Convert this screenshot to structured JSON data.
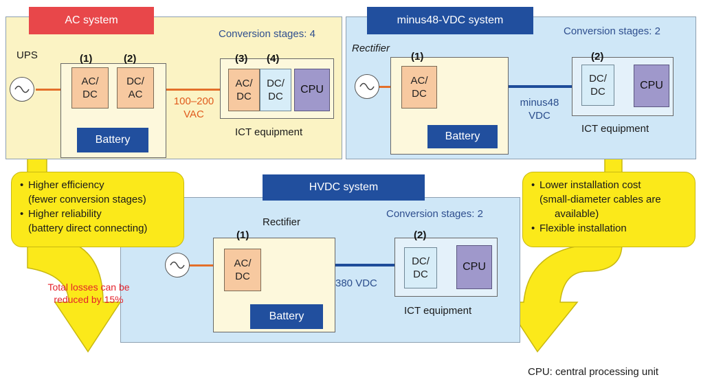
{
  "ac_system": {
    "title": "AC system",
    "stages": "Conversion stages: 4",
    "ups_label": "UPS",
    "stage1": "(1)",
    "stage2": "(2)",
    "stage3": "(3)",
    "stage4": "(4)",
    "conv1": [
      "AC/",
      "DC"
    ],
    "conv2": [
      "DC/",
      "AC"
    ],
    "conv3": [
      "AC/",
      "DC"
    ],
    "conv4": [
      "DC/",
      "DC"
    ],
    "cpu": "CPU",
    "battery": "Battery",
    "voltage": [
      "100–200",
      "VAC"
    ],
    "ict_label": "ICT equipment",
    "ups_icon": "sine-wave-icon"
  },
  "dc48_system": {
    "title": "minus48-VDC system",
    "stages": "Conversion stages: 2",
    "rectifier_label": "Rectifier",
    "stage1": "(1)",
    "stage2": "(2)",
    "conv1": [
      "AC/",
      "DC"
    ],
    "conv2": [
      "DC/",
      "DC"
    ],
    "cpu": "CPU",
    "battery": "Battery",
    "voltage": [
      "minus48",
      "VDC"
    ],
    "ict_label": "ICT equipment",
    "source_icon": "sine-wave-icon"
  },
  "hvdc_system": {
    "title": "HVDC system",
    "stages": "Conversion stages: 2",
    "rectifier_label": "Rectifier",
    "stage1": "(1)",
    "stage2": "(2)",
    "conv1": [
      "AC/",
      "DC"
    ],
    "conv2": [
      "DC/",
      "DC"
    ],
    "cpu": "CPU",
    "battery": "Battery",
    "voltage": "380 VDC",
    "ict_label": "ICT equipment",
    "source_icon": "sine-wave-icon"
  },
  "left_callout": {
    "items": [
      [
        "Higher efficiency",
        "(fewer conversion stages)"
      ],
      [
        "Higher reliability",
        "(battery direct connecting)"
      ]
    ]
  },
  "right_callout": {
    "items": [
      [
        "Lower installation cost",
        "(small-diameter cables are",
        "available)"
      ],
      [
        "Flexible installation"
      ]
    ]
  },
  "loss_note": [
    "Total losses can be",
    "reduced by 15%"
  ],
  "footnote": "CPU: central processing unit",
  "colors": {
    "ac_panel": "#fbf3c4",
    "dc_panel": "#cfe7f7",
    "header_red": "#e8474a",
    "header_blue": "#214f9e",
    "converter": "#f7c9a0",
    "dc_converter": "#d7edf8",
    "cpu": "#9f98cb",
    "battery": "#214f9e",
    "ac_line": "#e36f2a",
    "dc_line": "#1e4c9a",
    "callout": "#fbe91a",
    "loss_note": "#e4212a"
  }
}
